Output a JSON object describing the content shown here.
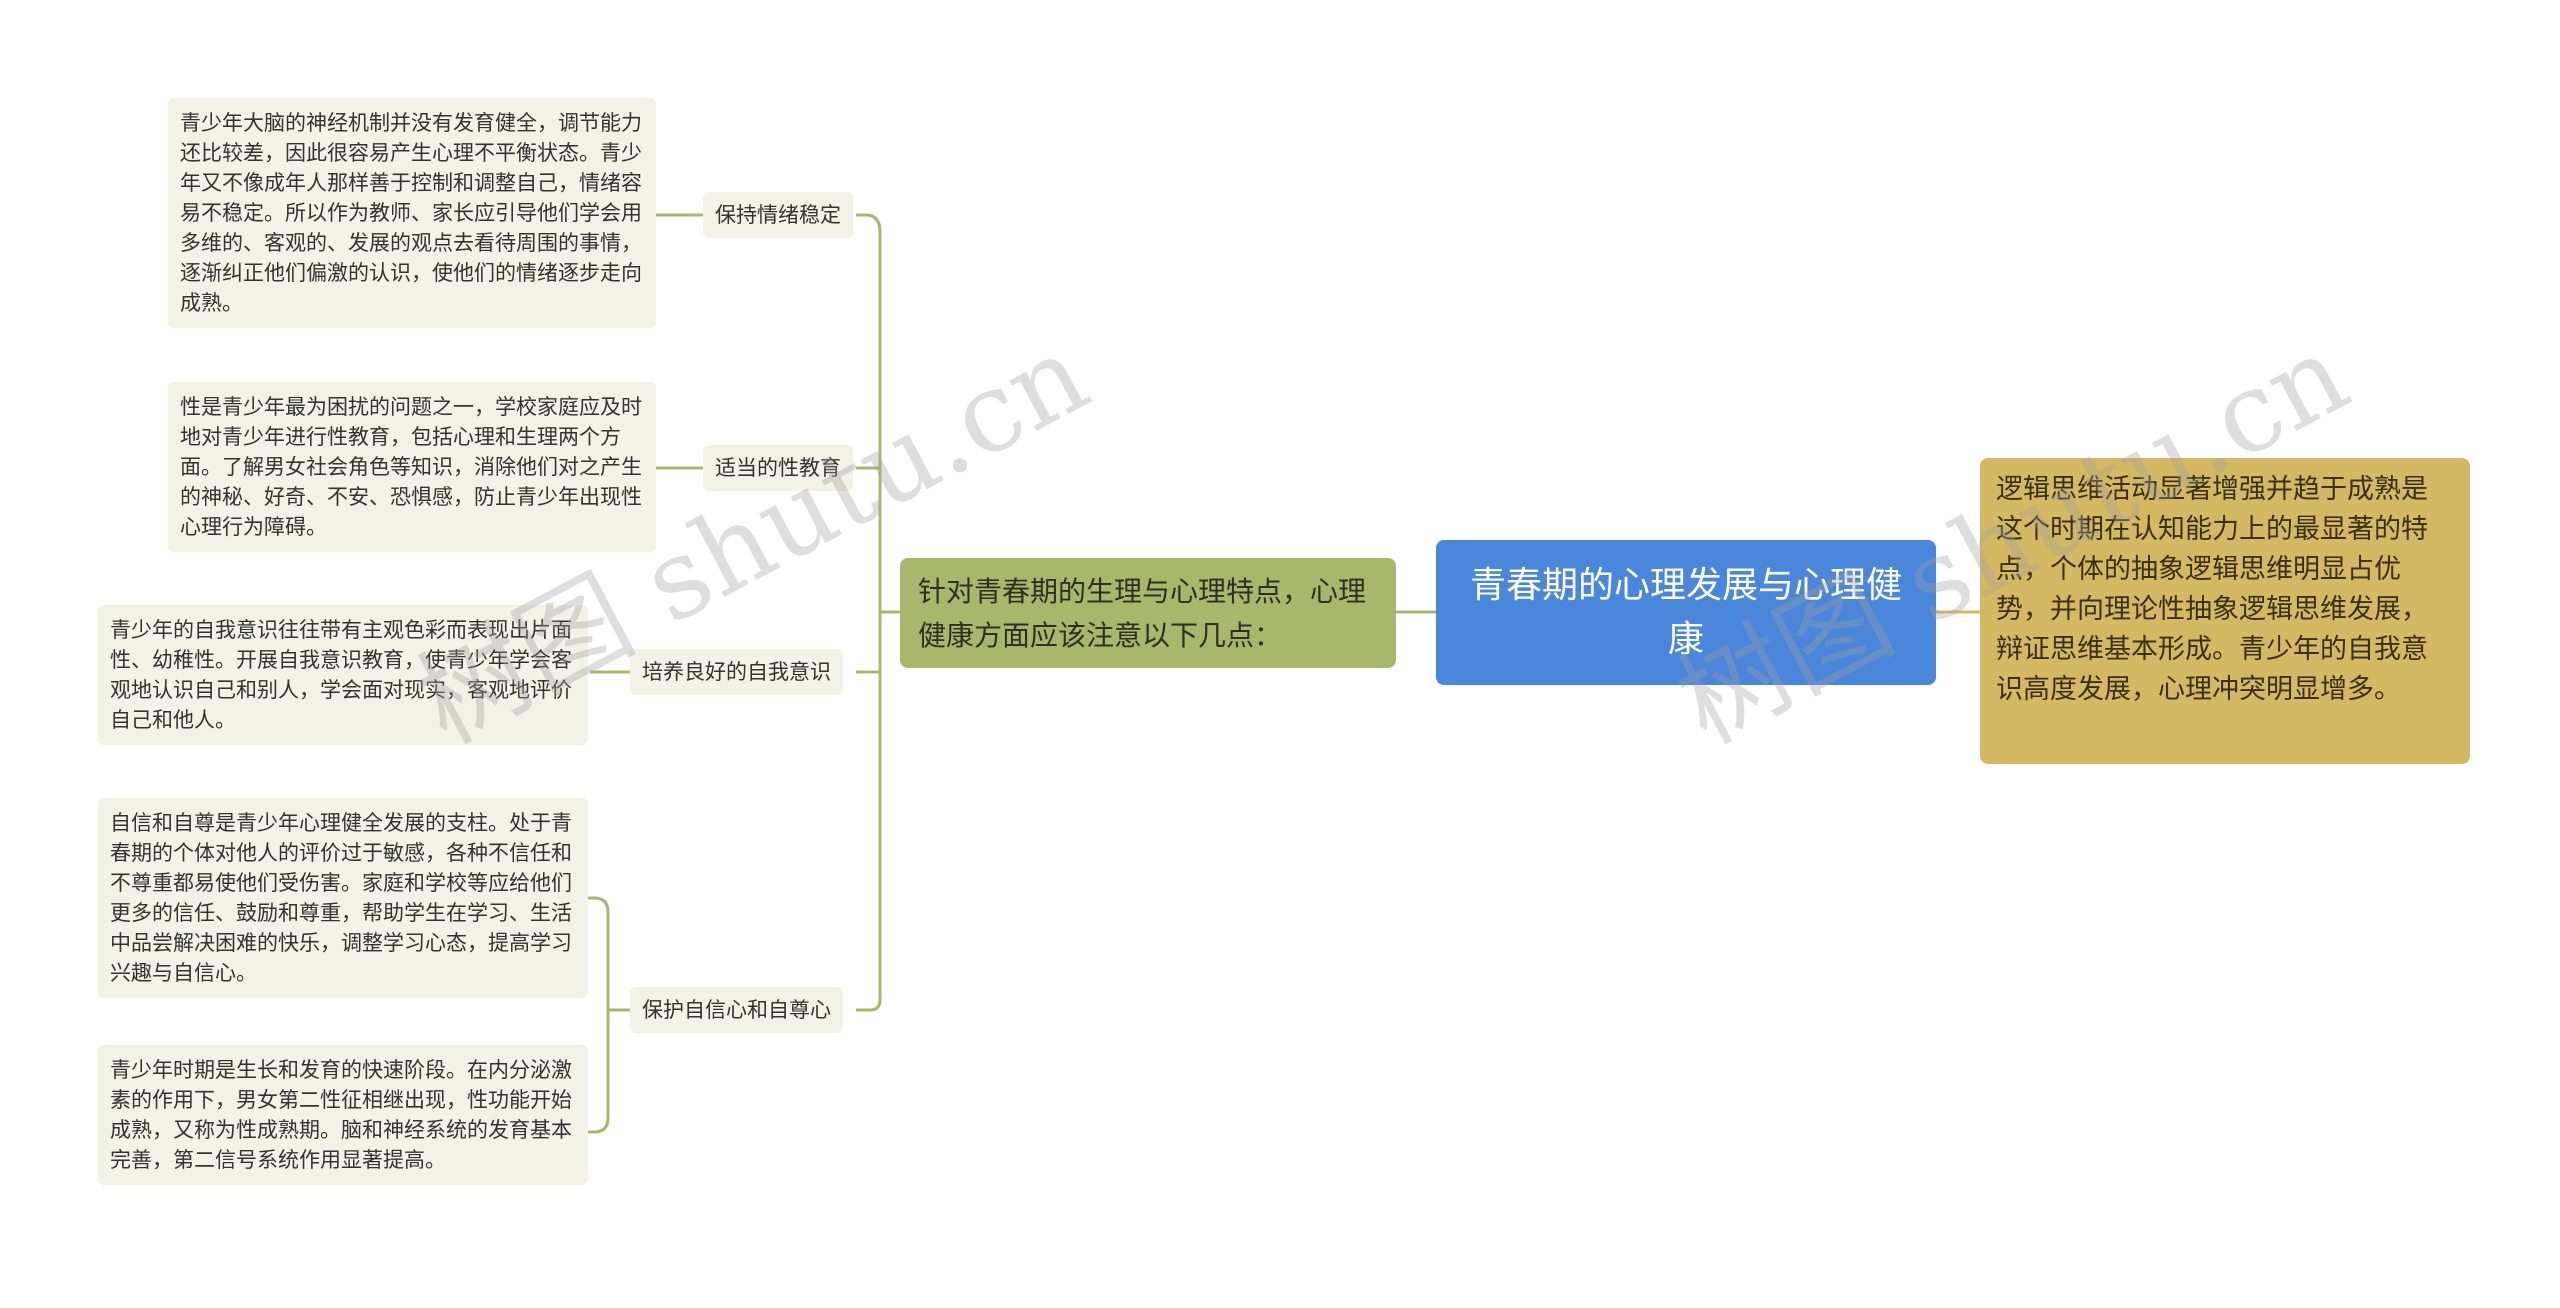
{
  "root": {
    "text": "青春期的心理发展与心理健康"
  },
  "right_note": {
    "text": "逻辑思维活动显著增强并趋于成熟是这个时期在认知能力上的最显著的特点，个体的抽象逻辑思维明显占优势，并向理论性抽象逻辑思维发展，辩证思维基本形成。青少年的自我意识高度发展，心理冲突明显增多。"
  },
  "branch": {
    "text": "针对青春期的生理与心理特点，心理健康方面应该注意以下几点："
  },
  "subtopics": [
    {
      "label": "保持情绪稳定"
    },
    {
      "label": "适当的性教育"
    },
    {
      "label": "培养良好的自我意识"
    },
    {
      "label": "保护自信心和自尊心"
    }
  ],
  "leaves": [
    {
      "text": "青少年大脑的神经机制并没有发育健全，调节能力还比较差，因此很容易产生心理不平衡状态。青少年又不像成年人那样善于控制和调整自己，情绪容易不稳定。所以作为教师、家长应引导他们学会用多维的、客观的、发展的观点去看待周围的事情，逐渐纠正他们偏激的认识，使他们的情绪逐步走向成熟。"
    },
    {
      "text": "性是青少年最为困扰的问题之一，学校家庭应及时地对青少年进行性教育，包括心理和生理两个方面。了解男女社会角色等知识，消除他们对之产生的神秘、好奇、不安、恐惧感，防止青少年出现性心理行为障碍。"
    },
    {
      "text": "青少年的自我意识往往带有主观色彩而表现出片面性、幼稚性。开展自我意识教育，使青少年学会客观地认识自己和别人，学会面对现实，客观地评价自己和他人。"
    },
    {
      "text": "自信和自尊是青少年心理健全发展的支柱。处于青春期的个体对他人的评价过于敏感，各种不信任和不尊重都易使他们受伤害。家庭和学校等应给他们更多的信任、鼓励和尊重，帮助学生在学习、生活中品尝解决困难的快乐，调整学习心态，提高学习兴趣与自信心。"
    },
    {
      "text": "青少年时期是生长和发育的快速阶段。在内分泌激素的作用下，男女第二性征相继出现，性功能开始成熟，又称为性成熟期。脑和神经系统的发育基本完善，第二信号系统作用显著提高。"
    }
  ],
  "watermarks": [
    "树图 shutu.cn",
    "树图 shutu.cn"
  ],
  "colors": {
    "root": "#4a86d9",
    "branch": "#a9b76c",
    "right_note": "#d4b863",
    "leaf": "#f2f2e6",
    "line": "#a9b76c"
  }
}
